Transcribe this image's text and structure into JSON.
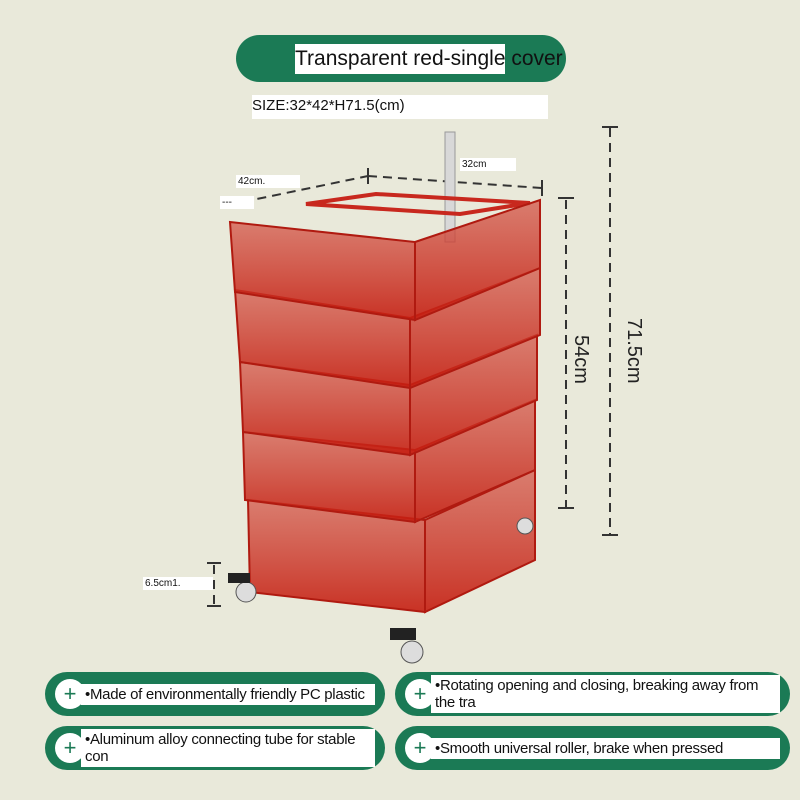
{
  "header": {
    "title": "Transparent red-single cover",
    "size": "SIZE:32*42*H71.5(cm)"
  },
  "dimensions": {
    "depth": "42cm.",
    "width": "32cm",
    "drawer_height": "54cm",
    "total_height": "71.5cm",
    "wheel_height": "6.5cm1.",
    "dash_mark": "---"
  },
  "features": [
    {
      "icon": "plus-icon",
      "text": "•Made of environmentally friendly PC plastic"
    },
    {
      "icon": "plus-icon",
      "text": "•Rotating opening and closing, breaking away from the tra"
    },
    {
      "icon": "plus-icon",
      "text": "•Aluminum alloy connecting tube for stable con"
    },
    {
      "icon": "plus-icon",
      "text": "•Smooth universal roller, brake when pressed"
    }
  ],
  "colors": {
    "brand_green": "#1b7a55",
    "product_red": "#c8281e",
    "background": "#e9e9da"
  }
}
